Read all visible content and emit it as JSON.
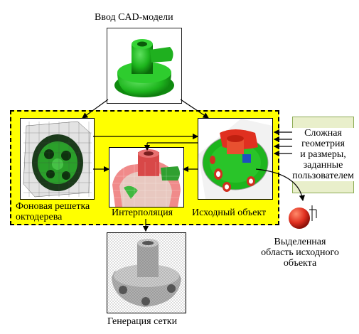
{
  "labels": {
    "cad_input": "Ввод CAD-модели",
    "octree_background": "Фоновая решетка\nоктодерева",
    "interpolation": "Интерполяция",
    "source_object": "Исходный объект",
    "complex_geometry": "Сложная\nгеометрия\nи размеры,\nзаданные\nпользователем",
    "selected_region": "Выделенная\nобласть исходного\nобъекта",
    "mesh_generation": "Генерация сетки"
  },
  "colors": {
    "panel_yellow": "#ffff00",
    "model_green": "#1db51d",
    "highlight_red": "#e03020",
    "mesh_gray": "#9a9a9a",
    "side_panel": "#e9efcb"
  },
  "icons": {
    "region_marker": "red-sphere-icon"
  }
}
